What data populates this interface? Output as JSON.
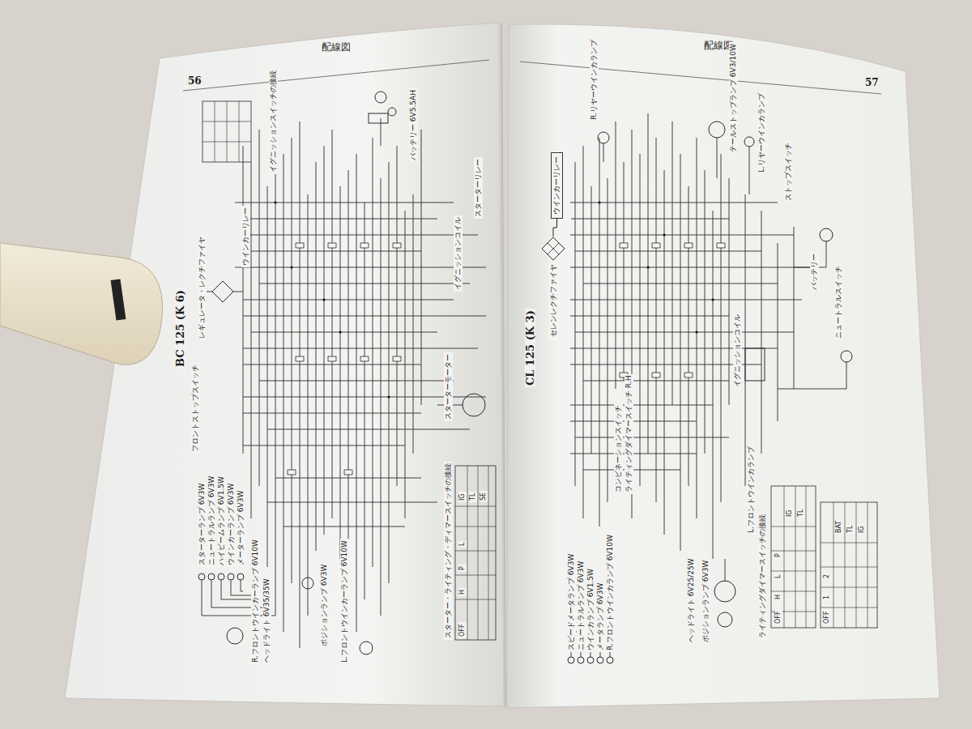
{
  "diagram": {
    "nodes": [
      {
        "text": [
          "配線図",
          "56",
          "BC 125 (K 6)"
        ]
      },
      {
        "text": [
          "配線図",
          "57",
          "CL 125 (K 3)"
        ]
      },
      {
        "text": [
          "ウインカーリレー"
        ],
        "in": 1
      },
      {
        "text": [
          "セレンレクチファイヤ"
        ],
        "in": 1
      }
    ],
    "edges": [
      {
        "from": 2,
        "to": 3,
        "arrow": "none"
      }
    ],
    "labels": [
      "イグニッションスイッチの接続",
      "ウインカーリレー",
      "レギュレータ・レクチファイヤ",
      "フロントストップスイッチ",
      "スターターランプ 6V3W",
      "ニュートラルランプ 6V3W",
      "ハイビームランプ 6V1.5W",
      "ウインカーランプ 6V3W",
      "メーターランプ 6V3W",
      "R.フロントウインカーランプ 6V10W",
      "ヘッドライト 6V35/35W",
      "ポジションランプ 6V3W",
      "L.フロントウインカーランプ 6V10W",
      "スターターモーター",
      "イグニッションコイル",
      "バッテリー 6V5.5AH",
      "スターターリレー",
      "スターター・ライティング・ディマースイッチの接続",
      "OFF",
      "H",
      "P",
      "L",
      "IG",
      "TL",
      "SE",
      "R.リヤーウインカランプ",
      "テールストップランプ 6V3/10W",
      "L.リヤーウインカランプ",
      "ストップスイッチ",
      "バッテリー",
      "ニュートラルスイッチ",
      "イグニッションコイル",
      "コンビネーションスイッチ",
      "ライティングダイマースイッチ R.H",
      "スピードメータランプ 6V3W",
      "ニュートラルランプ 6V3W",
      "ウインカランプ 6V1.5W",
      "メータランプ 6V3W",
      "R.フロントウインカランプ 6V10W",
      "ヘッドライト 6V25/25W",
      "ポジションランプ 6V3W",
      "L.フロントウインカランプ",
      "ライティングダイマースイッチの接続",
      "OFF",
      "H",
      "L",
      "P",
      "IG",
      "TL",
      "OFF",
      "1",
      "2",
      "BAT",
      "TL",
      "IG"
    ]
  }
}
